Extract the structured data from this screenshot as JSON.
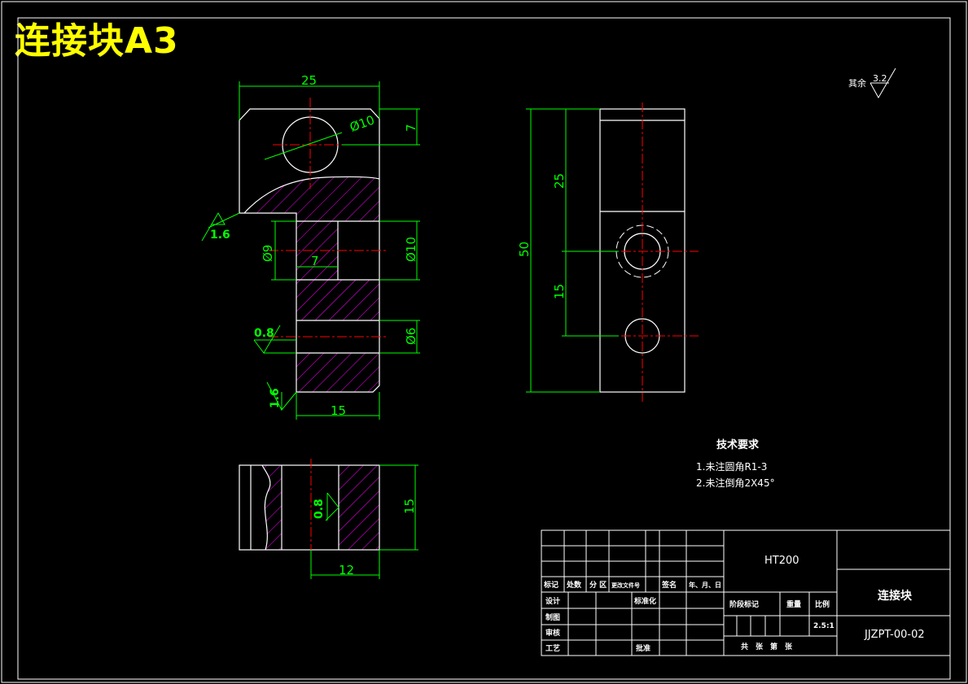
{
  "drawing": {
    "title": "连接块A3",
    "colors": {
      "background": "#000000",
      "outline": "#ffffff",
      "dimension": "#00ff00",
      "centerline": "#ff0000",
      "hatch": "#ff00ff",
      "title": "#ffff00"
    }
  },
  "front_view": {
    "dims": {
      "width_top": "25",
      "hole_top": "7",
      "dia_top": "Ø10",
      "dia_left": "Ø9",
      "depth": "7",
      "dia_right": "Ø10",
      "dia_small": "Ø6",
      "width_bottom": "15"
    },
    "roughness": {
      "r1": "1.6",
      "r2": "0.8",
      "r3": "1.6"
    }
  },
  "side_view": {
    "dims": {
      "height": "50",
      "upper": "25",
      "lower": "15"
    }
  },
  "bottom_view": {
    "dims": {
      "height": "15",
      "width": "12"
    },
    "roughness": "0.8"
  },
  "surface_note": {
    "label": "其余",
    "value": "3.2"
  },
  "tech_requirements": {
    "heading": "技术要求",
    "items": [
      "1.未注圆角R1-3",
      "2.未注倒角2X45°"
    ]
  },
  "title_block": {
    "material": "HT200",
    "part_name": "连接块",
    "drawing_no": "JJZPT-00-02",
    "scale": "2.5:1",
    "header_cells": [
      "标记",
      "处数",
      "分 区",
      "更改文件号",
      "签名",
      "年、月、日"
    ],
    "row_labels": [
      "设计",
      "制图",
      "审核",
      "工艺"
    ],
    "std_label": "标准化",
    "approve_label": "批准",
    "stage_label": "阶段标记",
    "weight_label": "重量",
    "scale_label": "比例",
    "sheets_label": "共　张　第　张"
  }
}
